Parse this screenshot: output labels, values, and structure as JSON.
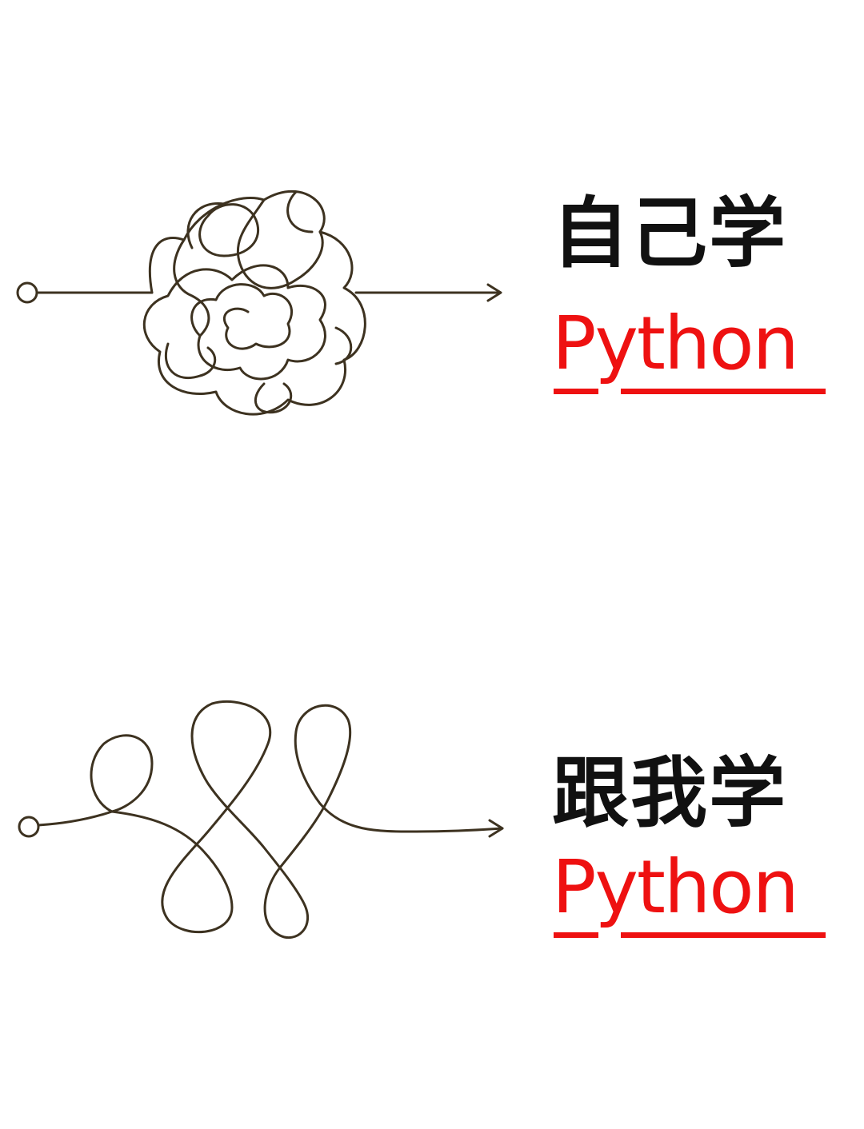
{
  "colors": {
    "line": "#3d3220",
    "accent": "#ee1111",
    "text": "#111111",
    "background": "#ffffff"
  },
  "panels": [
    {
      "caption_cn": "自己学",
      "caption_en": "Python",
      "illustration": "tangled-path-icon"
    },
    {
      "caption_cn": "跟我学",
      "caption_en": "Python",
      "illustration": "looping-path-icon"
    }
  ]
}
